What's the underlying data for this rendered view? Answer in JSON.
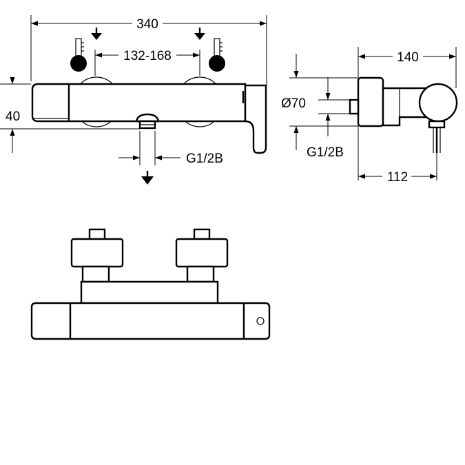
{
  "dimensions": {
    "overall_width": "340",
    "inlet_spacing": "132-168",
    "body_height": "40",
    "outlet_thread": "G1/2B",
    "depth": "140",
    "diameter": "Ø70",
    "side_thread": "G1/2B",
    "outlet_offset": "112"
  },
  "icons": {
    "cold_indicator": "thermometer-cold-icon",
    "hot_indicator": "thermometer-hot-icon",
    "flow_arrow": "arrow-down-icon"
  }
}
